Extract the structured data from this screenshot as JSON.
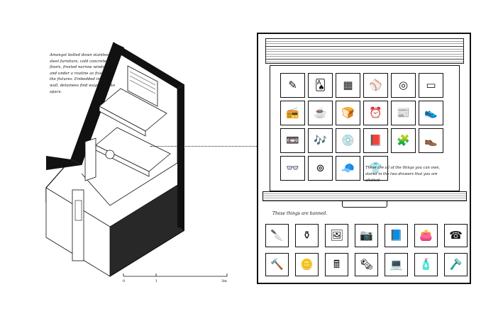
{
  "cell": {
    "caption": "Amongst bolted down stainless steel furniture, cold concrete floors, frosted narrow windows, and under a routine as fixed as the fixtures. Embedded into the wall, detainees find ways to make space.",
    "scale_ticks": [
      "0",
      "1",
      "3m"
    ]
  },
  "drawer": {
    "allowed_items": [
      {
        "name": "pens-icon",
        "glyph": "✎"
      },
      {
        "name": "cards-icon",
        "glyph": "🂡"
      },
      {
        "name": "board-game-icon",
        "glyph": "▦"
      },
      {
        "name": "ball-icon",
        "glyph": "⚾"
      },
      {
        "name": "yoyo-icon",
        "glyph": "◎"
      },
      {
        "name": "id-card-icon",
        "glyph": "▭"
      },
      {
        "name": "radio-icon",
        "glyph": "📻"
      },
      {
        "name": "teabag-icon",
        "glyph": "☕"
      },
      {
        "name": "bread-icon",
        "glyph": "🍞"
      },
      {
        "name": "alarm-clock-icon",
        "glyph": "⏰"
      },
      {
        "name": "newspaper-icon",
        "glyph": "📰"
      },
      {
        "name": "shoes-icon",
        "glyph": "👟"
      },
      {
        "name": "cassette-icon",
        "glyph": "📼"
      },
      {
        "name": "recorder-flute-icon",
        "glyph": "🎶"
      },
      {
        "name": "cd-player-icon",
        "glyph": "💿"
      },
      {
        "name": "book-icon",
        "glyph": "📕"
      },
      {
        "name": "puzzle-icon",
        "glyph": "🧩"
      },
      {
        "name": "sneaker-icon",
        "glyph": "👞"
      },
      {
        "name": "glasses-icon",
        "glyph": "👓"
      },
      {
        "name": "tape-rolls-icon",
        "glyph": "⊚"
      },
      {
        "name": "cap-icon",
        "glyph": "🧢"
      },
      {
        "name": "tshirt-icon",
        "glyph": "👕"
      }
    ],
    "note": "These are all of the things you can own, stored in the two drawers that you are allotted."
  },
  "banned": {
    "label": "These things are banned.",
    "items": [
      {
        "name": "knife-icon",
        "glyph": "🔪"
      },
      {
        "name": "vase-icon",
        "glyph": "⚱"
      },
      {
        "name": "picture-frame-icon",
        "glyph": "🖼"
      },
      {
        "name": "camera-icon",
        "glyph": "📷"
      },
      {
        "name": "passport-icon",
        "glyph": "📘"
      },
      {
        "name": "wallet-icon",
        "glyph": "👛"
      },
      {
        "name": "phone-icon",
        "glyph": "☎"
      },
      {
        "name": "hammer-icon",
        "glyph": "🔨"
      },
      {
        "name": "coins-icon",
        "glyph": "🪙"
      },
      {
        "name": "calculator-icon",
        "glyph": "🖩"
      },
      {
        "name": "magazine-icon",
        "glyph": "🗞"
      },
      {
        "name": "laptop-icon",
        "glyph": "💻"
      },
      {
        "name": "spray-can-icon",
        "glyph": "🧴"
      },
      {
        "name": "razor-icon",
        "glyph": "🪒"
      }
    ]
  }
}
